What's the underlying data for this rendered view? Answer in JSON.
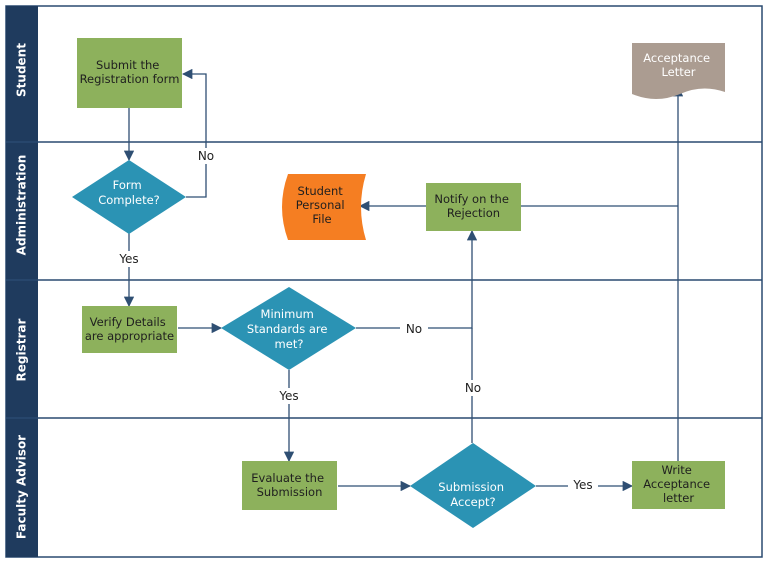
{
  "lanes": {
    "student": "Student",
    "administration": "Administration",
    "registrar": "Registrar",
    "faculty_advisor": "Faculty Advisor"
  },
  "nodes": {
    "submit_form": [
      "Submit the",
      "Registration form"
    ],
    "form_complete": [
      "Form",
      "Complete?"
    ],
    "student_file": [
      "Student",
      "Personal",
      "File"
    ],
    "notify_rejection": [
      "Notify on the",
      "Rejection"
    ],
    "acceptance_letter": [
      "Acceptance",
      "Letter"
    ],
    "verify_details": [
      "Verify Details",
      "are appropriate"
    ],
    "min_standards": [
      "Minimum",
      "Standards  are",
      "met?"
    ],
    "evaluate_submission": [
      "Evaluate the",
      "Submission"
    ],
    "submission_accept": [
      "Submission",
      "Accept?"
    ],
    "write_letter": [
      "Write",
      "Acceptance",
      "letter"
    ]
  },
  "edge_labels": {
    "form_no": "No",
    "form_yes": "Yes",
    "standards_no": "No",
    "standards_yes": "Yes",
    "accept_no": "No",
    "accept_yes": "Yes"
  },
  "colors": {
    "lane_header": "#1f3b5e",
    "border": "#2a4a70",
    "process_green": "#8db15c",
    "decision_teal": "#2b93b4",
    "document_gray": "#ab9c91",
    "stored_orange": "#f57e22",
    "connector": "#2f4f73"
  }
}
